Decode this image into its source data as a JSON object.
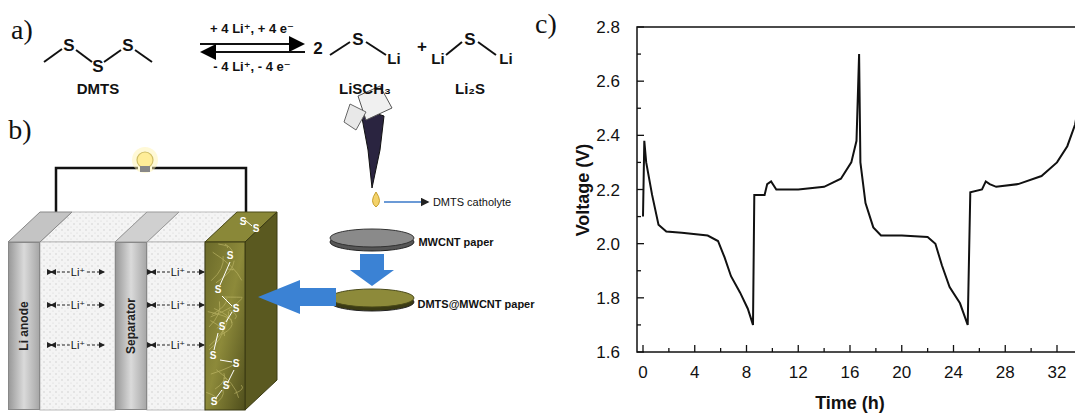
{
  "diagram": {
    "nodes": [
      {
        "text": [
          "Li anode"
        ]
      },
      {
        "text": [
          "Separator"
        ]
      }
    ],
    "labels": [
      "a)",
      "S",
      "S",
      "S",
      "DMTS",
      "+ 4 Li⁺, + 4 e⁻",
      "- 4 Li⁺, - 4 e⁻",
      "2",
      "S",
      "Li",
      "LiSCH₃",
      "+",
      "Li",
      "S",
      "Li",
      "Li₂S",
      "b)",
      "Li⁺",
      "Li⁺",
      "Li⁺",
      "Li⁺",
      "Li⁺",
      "Li⁺",
      "S",
      "S",
      "S",
      "S",
      "S",
      "S",
      "S",
      "S",
      "S",
      "S",
      "DMTS catholyte",
      "MWCNT paper",
      "DMTS@MWCNT paper",
      "c)",
      "2.8",
      "2.6",
      "2.4",
      "2.2",
      "2.0",
      "1.8",
      "1.6",
      "0",
      "4",
      "8",
      "12",
      "16",
      "20",
      "24",
      "28",
      "32",
      "Voltage (V)",
      "Time (h)"
    ]
  }
}
